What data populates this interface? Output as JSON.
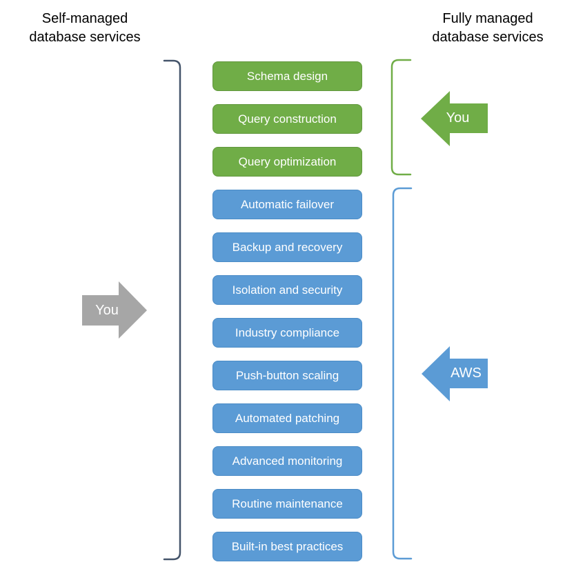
{
  "headers": {
    "left": {
      "lines": [
        "Self-managed",
        "database services"
      ]
    },
    "right": {
      "lines": [
        "Fully managed",
        "database services"
      ]
    }
  },
  "arrows": {
    "self_managed": {
      "label": "You"
    },
    "fully_managed_you": {
      "label": "You"
    },
    "fully_managed_aws": {
      "label": "AWS"
    }
  },
  "boxes": [
    {
      "label": "Schema design",
      "group": "customer"
    },
    {
      "label": "Query construction",
      "group": "customer"
    },
    {
      "label": "Query optimization",
      "group": "customer"
    },
    {
      "label": "Automatic failover",
      "group": "aws"
    },
    {
      "label": "Backup and recovery",
      "group": "aws"
    },
    {
      "label": "Isolation and security",
      "group": "aws"
    },
    {
      "label": "Industry compliance",
      "group": "aws"
    },
    {
      "label": "Push-button scaling",
      "group": "aws"
    },
    {
      "label": "Automated patching",
      "group": "aws"
    },
    {
      "label": "Advanced monitoring",
      "group": "aws"
    },
    {
      "label": "Routine maintenance",
      "group": "aws"
    },
    {
      "label": "Built-in best practices",
      "group": "aws"
    }
  ],
  "colors": {
    "green": "#70AD47",
    "green_border": "#61973D",
    "blue": "#5B9BD5",
    "blue_border": "#4A8BC6",
    "gray": "#A6A6A6",
    "bracket_dark": "#44546A",
    "heading_text": "#000000",
    "box_text": "#FFFFFF"
  }
}
